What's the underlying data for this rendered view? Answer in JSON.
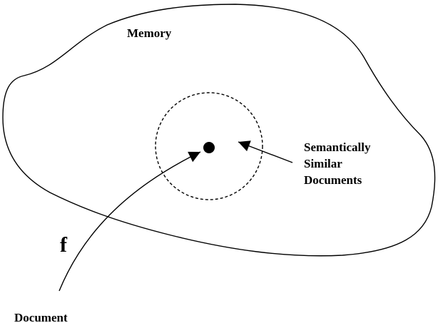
{
  "diagram": {
    "region_label": "Memory",
    "similar_label": {
      "line1": "Semantically",
      "line2": "Similar",
      "line3": "Documents"
    },
    "function_label": "f",
    "input_label": "Document"
  },
  "colors": {
    "ink": "#000000",
    "background": "#ffffff"
  }
}
